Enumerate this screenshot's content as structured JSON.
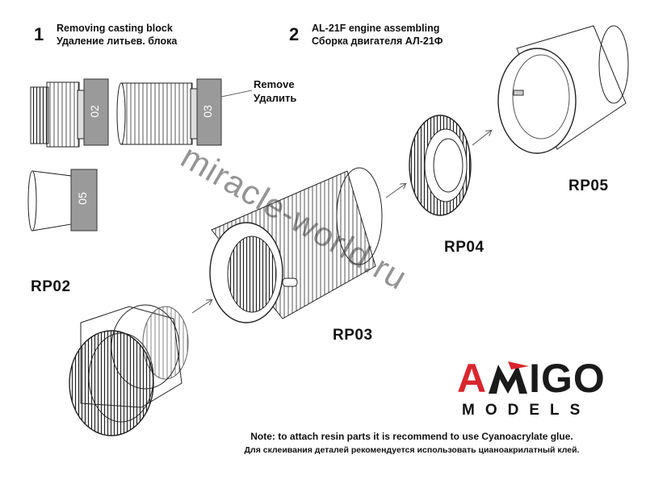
{
  "steps": [
    {
      "number": "1",
      "title_en": "Removing casting block",
      "title_ru": "Удаление литьев. блока"
    },
    {
      "number": "2",
      "title_en": "AL-21F engine assembling",
      "title_ru": "Сборка двигателя АЛ-21Ф"
    }
  ],
  "remove": {
    "en": "Remove",
    "ru": "Удалить"
  },
  "casting_blocks": [
    "02",
    "03",
    "05"
  ],
  "parts": {
    "rp02": "RP02",
    "rp03": "RP03",
    "rp04": "RP04",
    "rp05": "RP05"
  },
  "logo": {
    "line1_a": "A",
    "line1_b": "IGO",
    "line2": "MODELS",
    "red": "#d8262e",
    "dark": "#1a1a1a"
  },
  "watermark": "miracle-world.ru",
  "note": {
    "en": "Note: to attach resin parts it is recommend to use Cyanoacrylate glue.",
    "ru": "Для склеивания деталей рекомендуется использовать цианоакрилатный клей."
  }
}
